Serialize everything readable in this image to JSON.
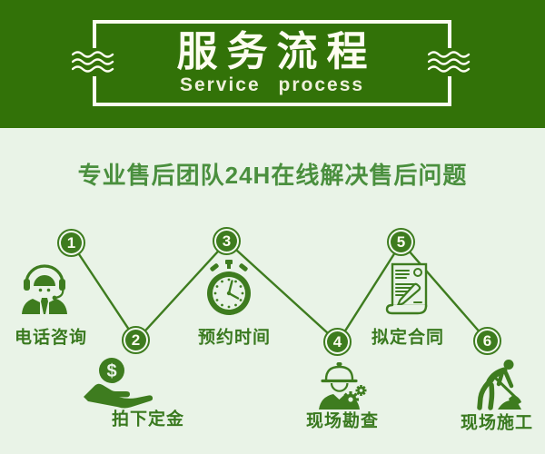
{
  "banner": {
    "title": "服务流程",
    "subtitle": "Service process"
  },
  "headline": "专业售后团队24H在线解决售后问题",
  "steps": [
    {
      "num": "1",
      "label": "电话咨询",
      "icon": "headset-agent-icon"
    },
    {
      "num": "2",
      "label": "拍下定金",
      "icon": "coin-in-hand-icon"
    },
    {
      "num": "3",
      "label": "预约时间",
      "icon": "stopwatch-icon"
    },
    {
      "num": "4",
      "label": "现场勘查",
      "icon": "hardhat-gears-icon"
    },
    {
      "num": "5",
      "label": "拟定合同",
      "icon": "contract-pen-icon"
    },
    {
      "num": "6",
      "label": "现场施工",
      "icon": "digging-worker-icon"
    }
  ],
  "coin_symbol": "$",
  "colors": {
    "banner_green": "#327208",
    "body_bg": "#e9f3e7",
    "icon_green": "#3e7c1f",
    "headline_green": "#4a8f3e",
    "label_green": "#39791f",
    "border_white": "#fdfdf0"
  }
}
